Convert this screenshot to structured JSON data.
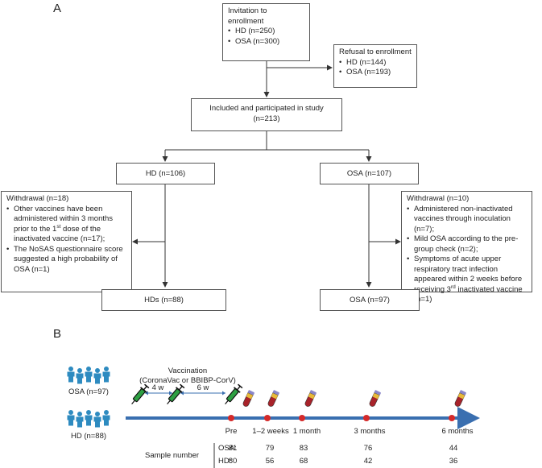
{
  "panel_a": {
    "label": "A",
    "invitation": {
      "title": "Invitation to enrollment",
      "items": [
        "HD (n=250)",
        "OSA (n=300)"
      ]
    },
    "refusal": {
      "title": "Refusal to enrollment",
      "items": [
        "HD (n=144)",
        "OSA (n=193)"
      ]
    },
    "included": {
      "line1": "Included and participated in study",
      "line2": "(n=213)"
    },
    "hd_group": "HD (n=106)",
    "osa_group": "OSA (n=107)",
    "hd_withdrawal": {
      "title": "Withdrawal (n=18)",
      "item1_part1": "Other vaccines have been administered within 3 months prior to the 1",
      "item1_sup": "st",
      "item1_part2": " dose of the inactivated vaccine (n=17);",
      "item2": "The NoSAS questionnaire score suggested a high probability of OSA (n=1)"
    },
    "osa_withdrawal": {
      "title": "Withdrawal (n=10)",
      "item1": "Administered non-inactivated vaccines through inoculation (n=7);",
      "item2": "Mild OSA according to the pre-group check (n=2);",
      "item3_part1": "Symptoms of acute upper respiratory tract infection appeared within 2 weeks before receiving 3",
      "item3_sup": "rd",
      "item3_part2": " inactivated vaccine (n=1)"
    },
    "hds_final": "HDs (n=88)",
    "osa_final": "OSA (n=97)"
  },
  "panel_b": {
    "label": "B",
    "vaccination_title": "Vaccination",
    "vaccination_sub": "(CoronaVac or BBIBP-CorV)",
    "interval1": "4 w",
    "interval2": "6 w",
    "osa_people": "OSA (n=97)",
    "hd_people": "HD (n=88)",
    "timepoints": [
      "Pre",
      "1–2 weeks",
      "1 month",
      "3 months",
      "6 months"
    ],
    "sample_label": "Sample number",
    "osa_row_label": "OSA:",
    "hd_row_label": "HD:",
    "osa_counts": [
      "81",
      "79",
      "83",
      "76",
      "44"
    ],
    "hd_counts": [
      "80",
      "56",
      "68",
      "42",
      "36"
    ]
  },
  "colors": {
    "timeline": "#3a6fb0",
    "marker": "#d42a2a",
    "people": "#2e8bc0",
    "syringe": "#2ea043",
    "tube_blood": "#a8232a",
    "tube_serum": "#e8b93a",
    "tube_cap": "#8a86c9"
  }
}
